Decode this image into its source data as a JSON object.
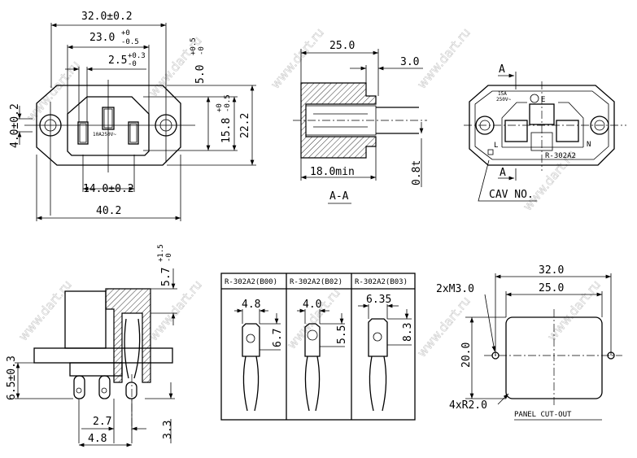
{
  "watermark": "www.dart.ru",
  "front_view": {
    "dim_width_mounting": "32.0±0.2",
    "dim_inner_width": "23.0",
    "dim_inner_width_tol_plus": "+0",
    "dim_inner_width_tol_minus": "-0.5",
    "dim_pin": "2.5",
    "dim_pin_tol_plus": "+0.3",
    "dim_pin_tol_minus": "-0",
    "dim_top": "5.0",
    "dim_top_tol_plus": "+0.5",
    "dim_top_tol_minus": "-0",
    "dim_hole": "4.0±0.2",
    "rating": "10A250V~",
    "dim_inner_height": "15.8",
    "dim_inner_height_tol_plus": "+0",
    "dim_inner_height_tol_minus": "-0.5",
    "dim_height": "22.2",
    "dim_pin_spacing": "14.0±0.2",
    "dim_total_width": "40.2"
  },
  "section_view": {
    "dim_depth": "25.0",
    "dim_flange": "3.0",
    "dim_min": "18.0min",
    "dim_thickness": "0.8t",
    "label": "A-A"
  },
  "rear_view": {
    "section_mark": "A",
    "rating_current": "15A",
    "rating_voltage": "250V~",
    "earth_label": "E",
    "line_label": "L",
    "neutral_label": "N",
    "model": "R-302A2",
    "cav_label": "CAV NO."
  },
  "side_view": {
    "dim_top": "5.7",
    "dim_top_tol_plus": "+1.5",
    "dim_top_tol_minus": "-0",
    "dim_height": "6.5±0.3",
    "dim_a": "2.7",
    "dim_b": "4.8",
    "dim_c": "3.3"
  },
  "terminal_table": {
    "columns": [
      {
        "header": "R-302A2(B00)",
        "width": "4.8",
        "height": "6.7"
      },
      {
        "header": "R-302A2(B02)",
        "width": "4.0",
        "height": "5.5"
      },
      {
        "header": "R-302A2(B03)",
        "width": "6.35",
        "height": "8.3"
      }
    ]
  },
  "panel_cutout": {
    "dim_hole_spacing": "32.0",
    "dim_width": "25.0",
    "dim_height": "20.0",
    "holes": "2xM3.0",
    "radius": "4xR2.0",
    "title": "PANEL CUT-OUT"
  }
}
